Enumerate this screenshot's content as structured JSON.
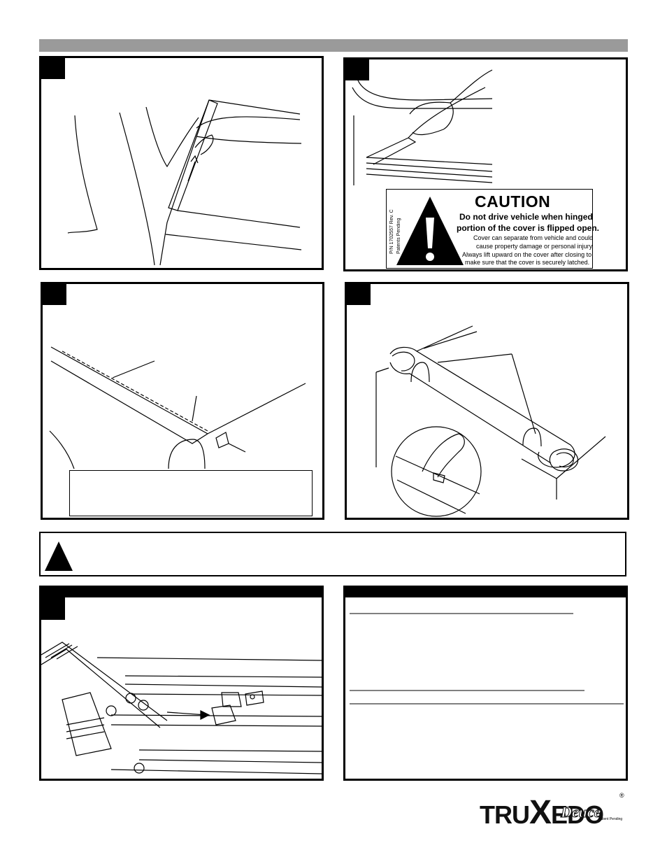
{
  "caution_label": {
    "title": "CAUTION",
    "line1": "Do not drive vehicle when hinged",
    "line2": "portion of the cover is flipped open.",
    "line3": "Cover can separate from vehicle and could",
    "line4": "cause property damage or personal injury.",
    "line5": "Always lift upward on the cover after closing to",
    "line6": "make sure that the cover is securely latched.",
    "part_number": "P/N 1702557 Rev. C",
    "patent": "Patents Pending"
  },
  "logo": {
    "brand_prefix": "TRU",
    "brand_x": "X",
    "brand_suffix": "EDO",
    "registered": "®",
    "model": "Deuce",
    "patent": "Patent Pending"
  }
}
